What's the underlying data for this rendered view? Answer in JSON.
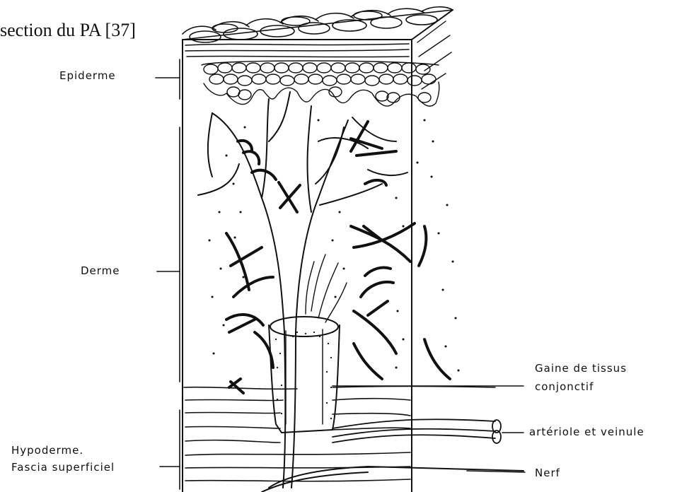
{
  "title": "section du PA [37]",
  "labels": {
    "epiderme": "Epiderme",
    "derme": "Derme",
    "hypoderme": "Hypoderme.",
    "fascia": "Fascia superficiel",
    "gaine_line1": "Gaine de tissus",
    "gaine_line2": "conjonctif",
    "arteriole": "artériole et veinule",
    "nerf": "Nerf"
  }
}
